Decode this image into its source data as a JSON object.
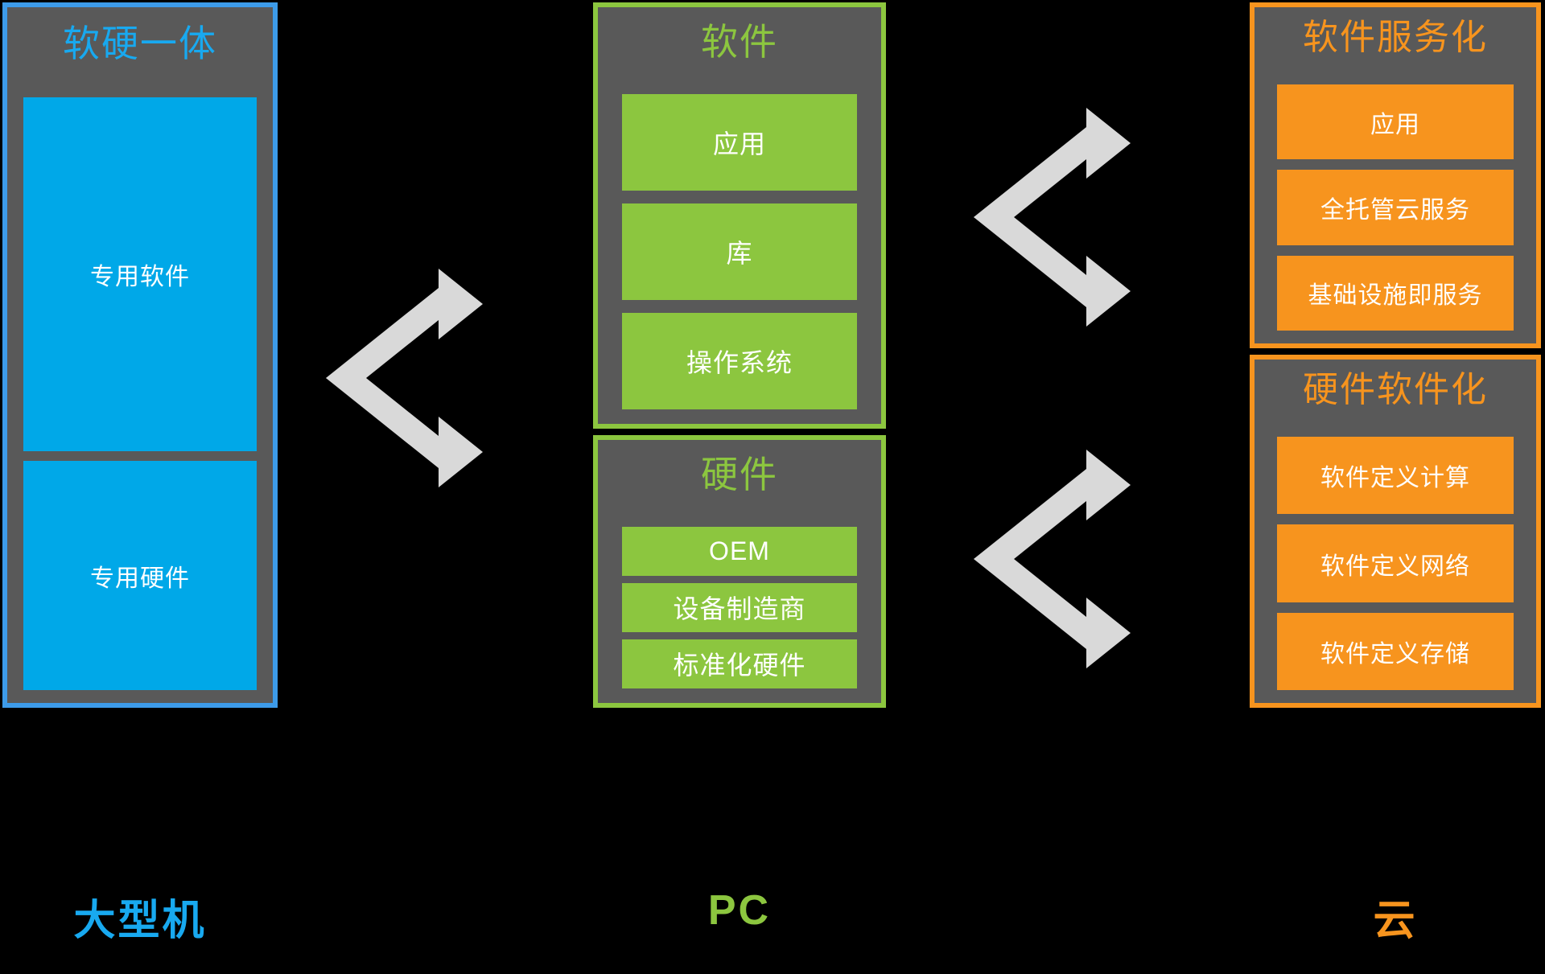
{
  "diagram": {
    "title_semantic": "IT architecture evolution: mainframe to PC to cloud",
    "colors": {
      "blue": "#00A8E8",
      "blue_border": "#3D9BE9",
      "blue_text": "#18A9F0",
      "green": "#8CC63F",
      "orange": "#F7941E",
      "panel_bg": "#595959",
      "background": "#000000",
      "arrow": "#D9D9D9",
      "cell_text": "#FFFFFF"
    }
  },
  "columns": {
    "mainframe": {
      "panel_title": "软硬一体",
      "cells": [
        {
          "label": "专用软件"
        },
        {
          "label": "专用硬件"
        }
      ],
      "bottom_label": "大型机"
    },
    "pc": {
      "panels": [
        {
          "panel_title": "软件",
          "cells": [
            {
              "label": "应用"
            },
            {
              "label": "库"
            },
            {
              "label": "操作系统"
            }
          ]
        },
        {
          "panel_title": "硬件",
          "cells": [
            {
              "label": "OEM"
            },
            {
              "label": "设备制造商"
            },
            {
              "label": "标准化硬件"
            }
          ]
        }
      ],
      "bottom_label": "PC"
    },
    "cloud": {
      "panels": [
        {
          "panel_title": "软件服务化",
          "cells": [
            {
              "label": "应用"
            },
            {
              "label": "全托管云服务"
            },
            {
              "label": "基础设施即服务"
            }
          ]
        },
        {
          "panel_title": "硬件软件化",
          "cells": [
            {
              "label": "软件定义计算"
            },
            {
              "label": "软件定义网络"
            },
            {
              "label": "软件定义存储"
            }
          ]
        }
      ],
      "bottom_label": "云"
    }
  },
  "arrows": [
    {
      "name": "mainframe-to-pc-split",
      "direction": "right-split"
    },
    {
      "name": "pc-software-to-cloud-saas-split",
      "direction": "right-split"
    },
    {
      "name": "pc-hardware-to-cloud-sdx-split",
      "direction": "right-split"
    }
  ]
}
